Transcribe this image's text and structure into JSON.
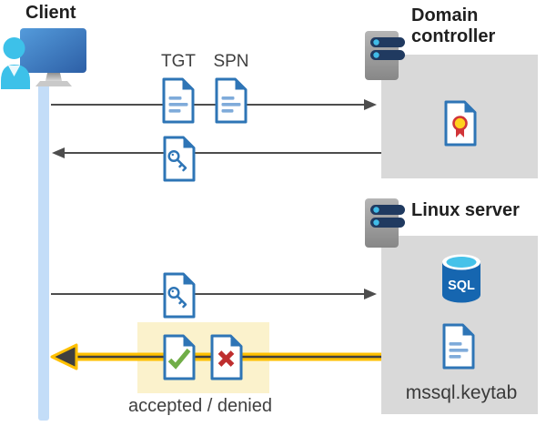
{
  "client": {
    "label": "Client"
  },
  "sequence": {
    "tgt_label": "TGT",
    "spn_label": "SPN",
    "result_label": "accepted / denied"
  },
  "domain_controller": {
    "label": "Domain controller"
  },
  "linux_server": {
    "label": "Linux server",
    "sql_badge": "SQL",
    "keytab_label": "mssql.keytab"
  },
  "icons": {
    "client": "user-workstation-icon",
    "domain_controller": "server-icon",
    "linux_server": "server-icon",
    "tgt": "document-icon",
    "spn": "document-icon",
    "ticket_key": "key-document-icon",
    "certificate": "certificate-document-icon",
    "database": "sql-database-icon",
    "keytab": "document-icon",
    "accepted": "check-document-icon",
    "denied": "cross-document-icon"
  },
  "colors": {
    "doc_blue": "#2E75B6",
    "doc_line_blue": "#7FABDA",
    "check_green": "#70AD47",
    "cross_red": "#BE2E2E",
    "cert_gold": "#FFD21E",
    "cert_red": "#D13438",
    "sql_body_blue": "#1666B0",
    "sql_top_cyan": "#45C2E9",
    "zone_gray": "#D9D9D9",
    "arrow_gray": "#4D4D4D",
    "highlight_yellow": "#FFC000",
    "highlight_yellow_bg": "#FBF2CC",
    "lifeline_blue": "#C3DDF8",
    "person_cyan": "#3DC1E9",
    "monitor_blue_1": "#549BDB",
    "monitor_blue_2": "#2D5FA6",
    "server_navy": "#203A60",
    "server_dot_cyan": "#41BCE8"
  }
}
